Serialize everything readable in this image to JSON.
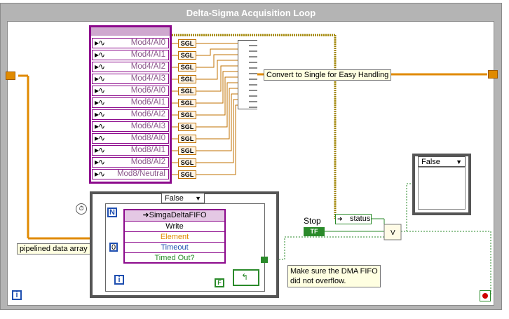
{
  "loop": {
    "title": "Delta-Sigma Acquisition Loop"
  },
  "channels": [
    {
      "label": "Mod4/AI0",
      "convert": "SGL"
    },
    {
      "label": "Mod4/AI1",
      "convert": "SGL"
    },
    {
      "label": "Mod4/AI2",
      "convert": "SGL"
    },
    {
      "label": "Mod4/AI3",
      "convert": "SGL"
    },
    {
      "label": "Mod6/AI0",
      "convert": "SGL"
    },
    {
      "label": "Mod6/AI1",
      "convert": "SGL"
    },
    {
      "label": "Mod6/AI2",
      "convert": "SGL"
    },
    {
      "label": "Mod6/AI3",
      "convert": "SGL"
    },
    {
      "label": "Mod8/AI0",
      "convert": "SGL"
    },
    {
      "label": "Mod8/AI1",
      "convert": "SGL"
    },
    {
      "label": "Mod8/AI2",
      "convert": "SGL"
    },
    {
      "label": "Mod8/Neutral",
      "convert": "SGL"
    }
  ],
  "comments": {
    "convert": "Convert to Single for Easy Handling",
    "pipelined": "pipelined data array",
    "dma": "Make sure the DMA FIFO\ndid not overflow."
  },
  "case_structure": {
    "selector": "False"
  },
  "fifo": {
    "name": "SimgaDeltaFIFO",
    "method": "Write",
    "element": "Element",
    "timeout": "Timeout",
    "timed_out": "Timed Out?",
    "timeout_value": "0"
  },
  "stop": {
    "label": "Stop",
    "terminal": "TF"
  },
  "status": {
    "label": "status"
  },
  "case_structure_2": {
    "selector": "False"
  },
  "constants": {
    "false_const": "F",
    "loop_count": "N",
    "info_i": "i",
    "loop_i": "i"
  },
  "colors": {
    "orange_wire": "#e08a00",
    "purple": "#8c0a8c",
    "blue": "#1f4fb0",
    "green": "#2a8a2a"
  }
}
